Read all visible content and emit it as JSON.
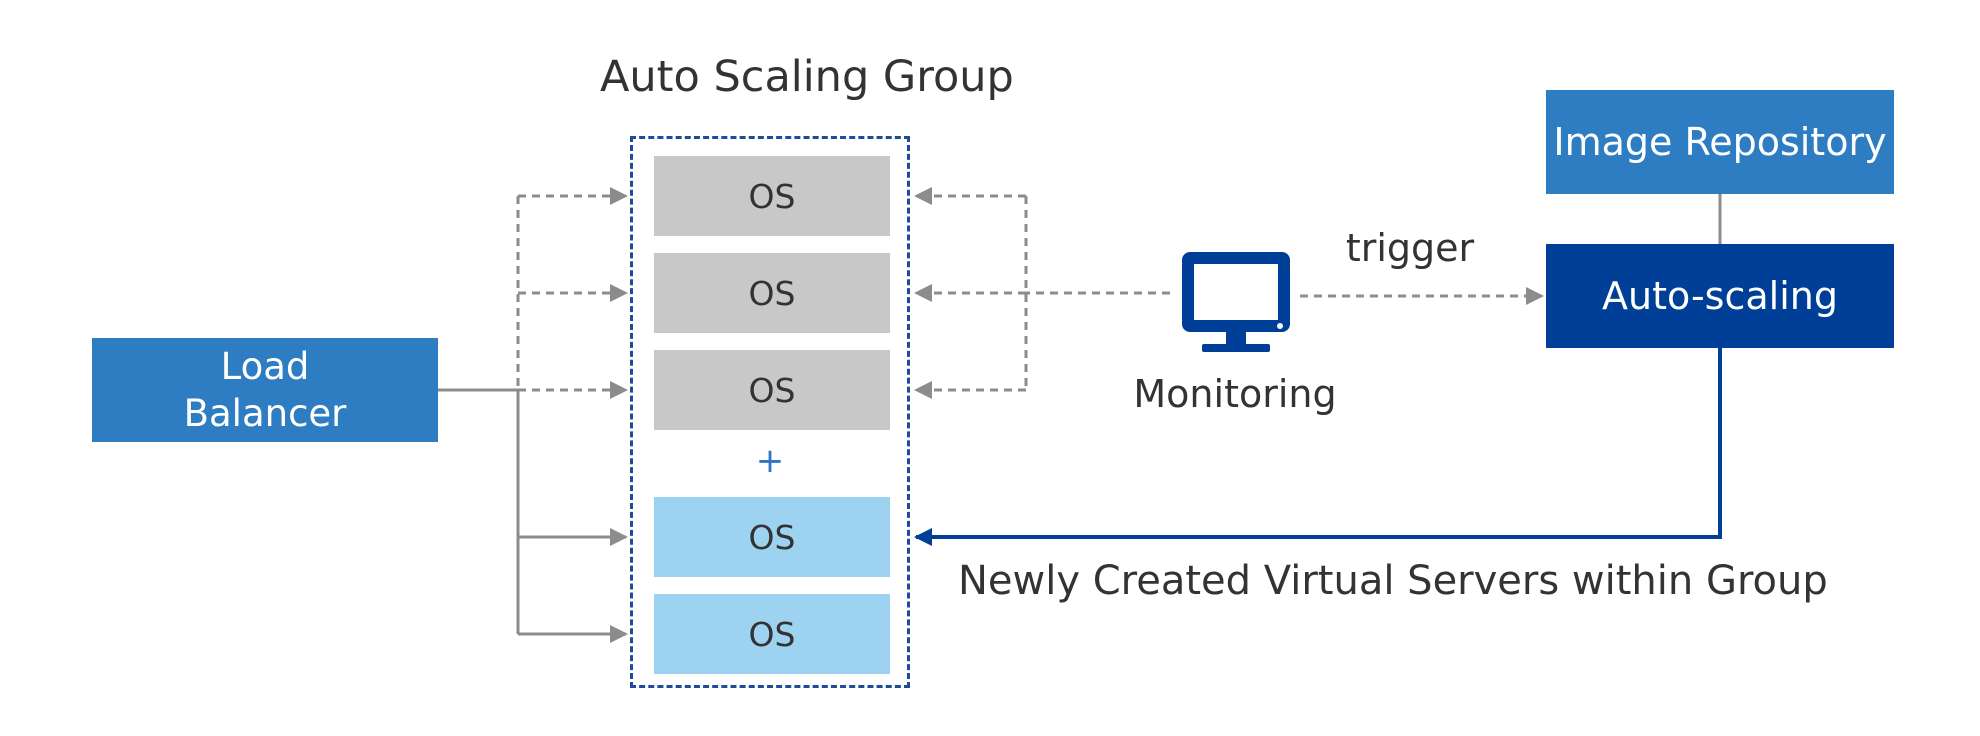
{
  "diagram": {
    "group_title": "Auto Scaling Group",
    "servers": {
      "existing": [
        "OS",
        "OS",
        "OS"
      ],
      "new": [
        "OS",
        "OS"
      ],
      "separator": "+"
    },
    "load_balancer": {
      "line1": "Load",
      "line2": "Balancer"
    },
    "image_repository": "Image Repository",
    "auto_scaling": "Auto-scaling",
    "monitoring": "Monitoring",
    "trigger": "trigger",
    "new_servers_label": "Newly Created Virtual Servers within Group"
  },
  "colors": {
    "load_balancer": "#2e7dc3",
    "image_repository": "#2e7dc3",
    "auto_scaling": "#003f97",
    "existing_server": "#c8c8c8",
    "new_server": "#9dd3f1",
    "group_border": "#1e4b9b",
    "gray_connector": "#8c8c8c",
    "blue_connector": "#003f97",
    "monitor_icon": "#003f97"
  },
  "icons": {
    "monitoring": "monitor-icon"
  }
}
